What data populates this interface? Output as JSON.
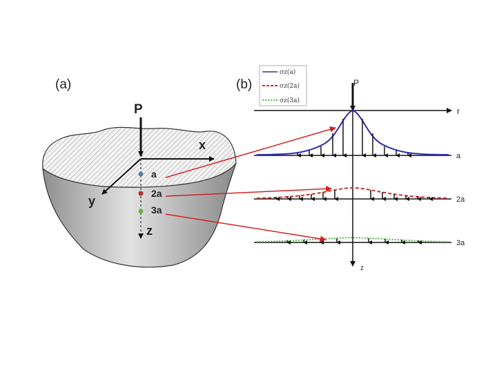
{
  "panel_a": {
    "label": "(a)",
    "load_label": "P",
    "axes": {
      "x": "x",
      "y": "y",
      "z": "z"
    },
    "points": [
      {
        "label": "a",
        "color": "#5b7fa6"
      },
      {
        "label": "2a",
        "color": "#b03030"
      },
      {
        "label": "3a",
        "color": "#6fb04f"
      }
    ]
  },
  "panel_b": {
    "label": "(b)",
    "load_label": "P",
    "axis_r": "r",
    "axis_z": "z",
    "legend": [
      {
        "label": "σz(a)",
        "color": "#2b2bb0",
        "style": "solid"
      },
      {
        "label": "σz(2a)",
        "color": "#cc2b2b",
        "style": "dashed"
      },
      {
        "label": "σz(3a)",
        "color": "#59b84a",
        "style": "dotted"
      }
    ],
    "depth_labels": [
      "a",
      "2a",
      "3a"
    ]
  },
  "colors": {
    "connector": "#d42020",
    "body": "#c8c8c8"
  }
}
